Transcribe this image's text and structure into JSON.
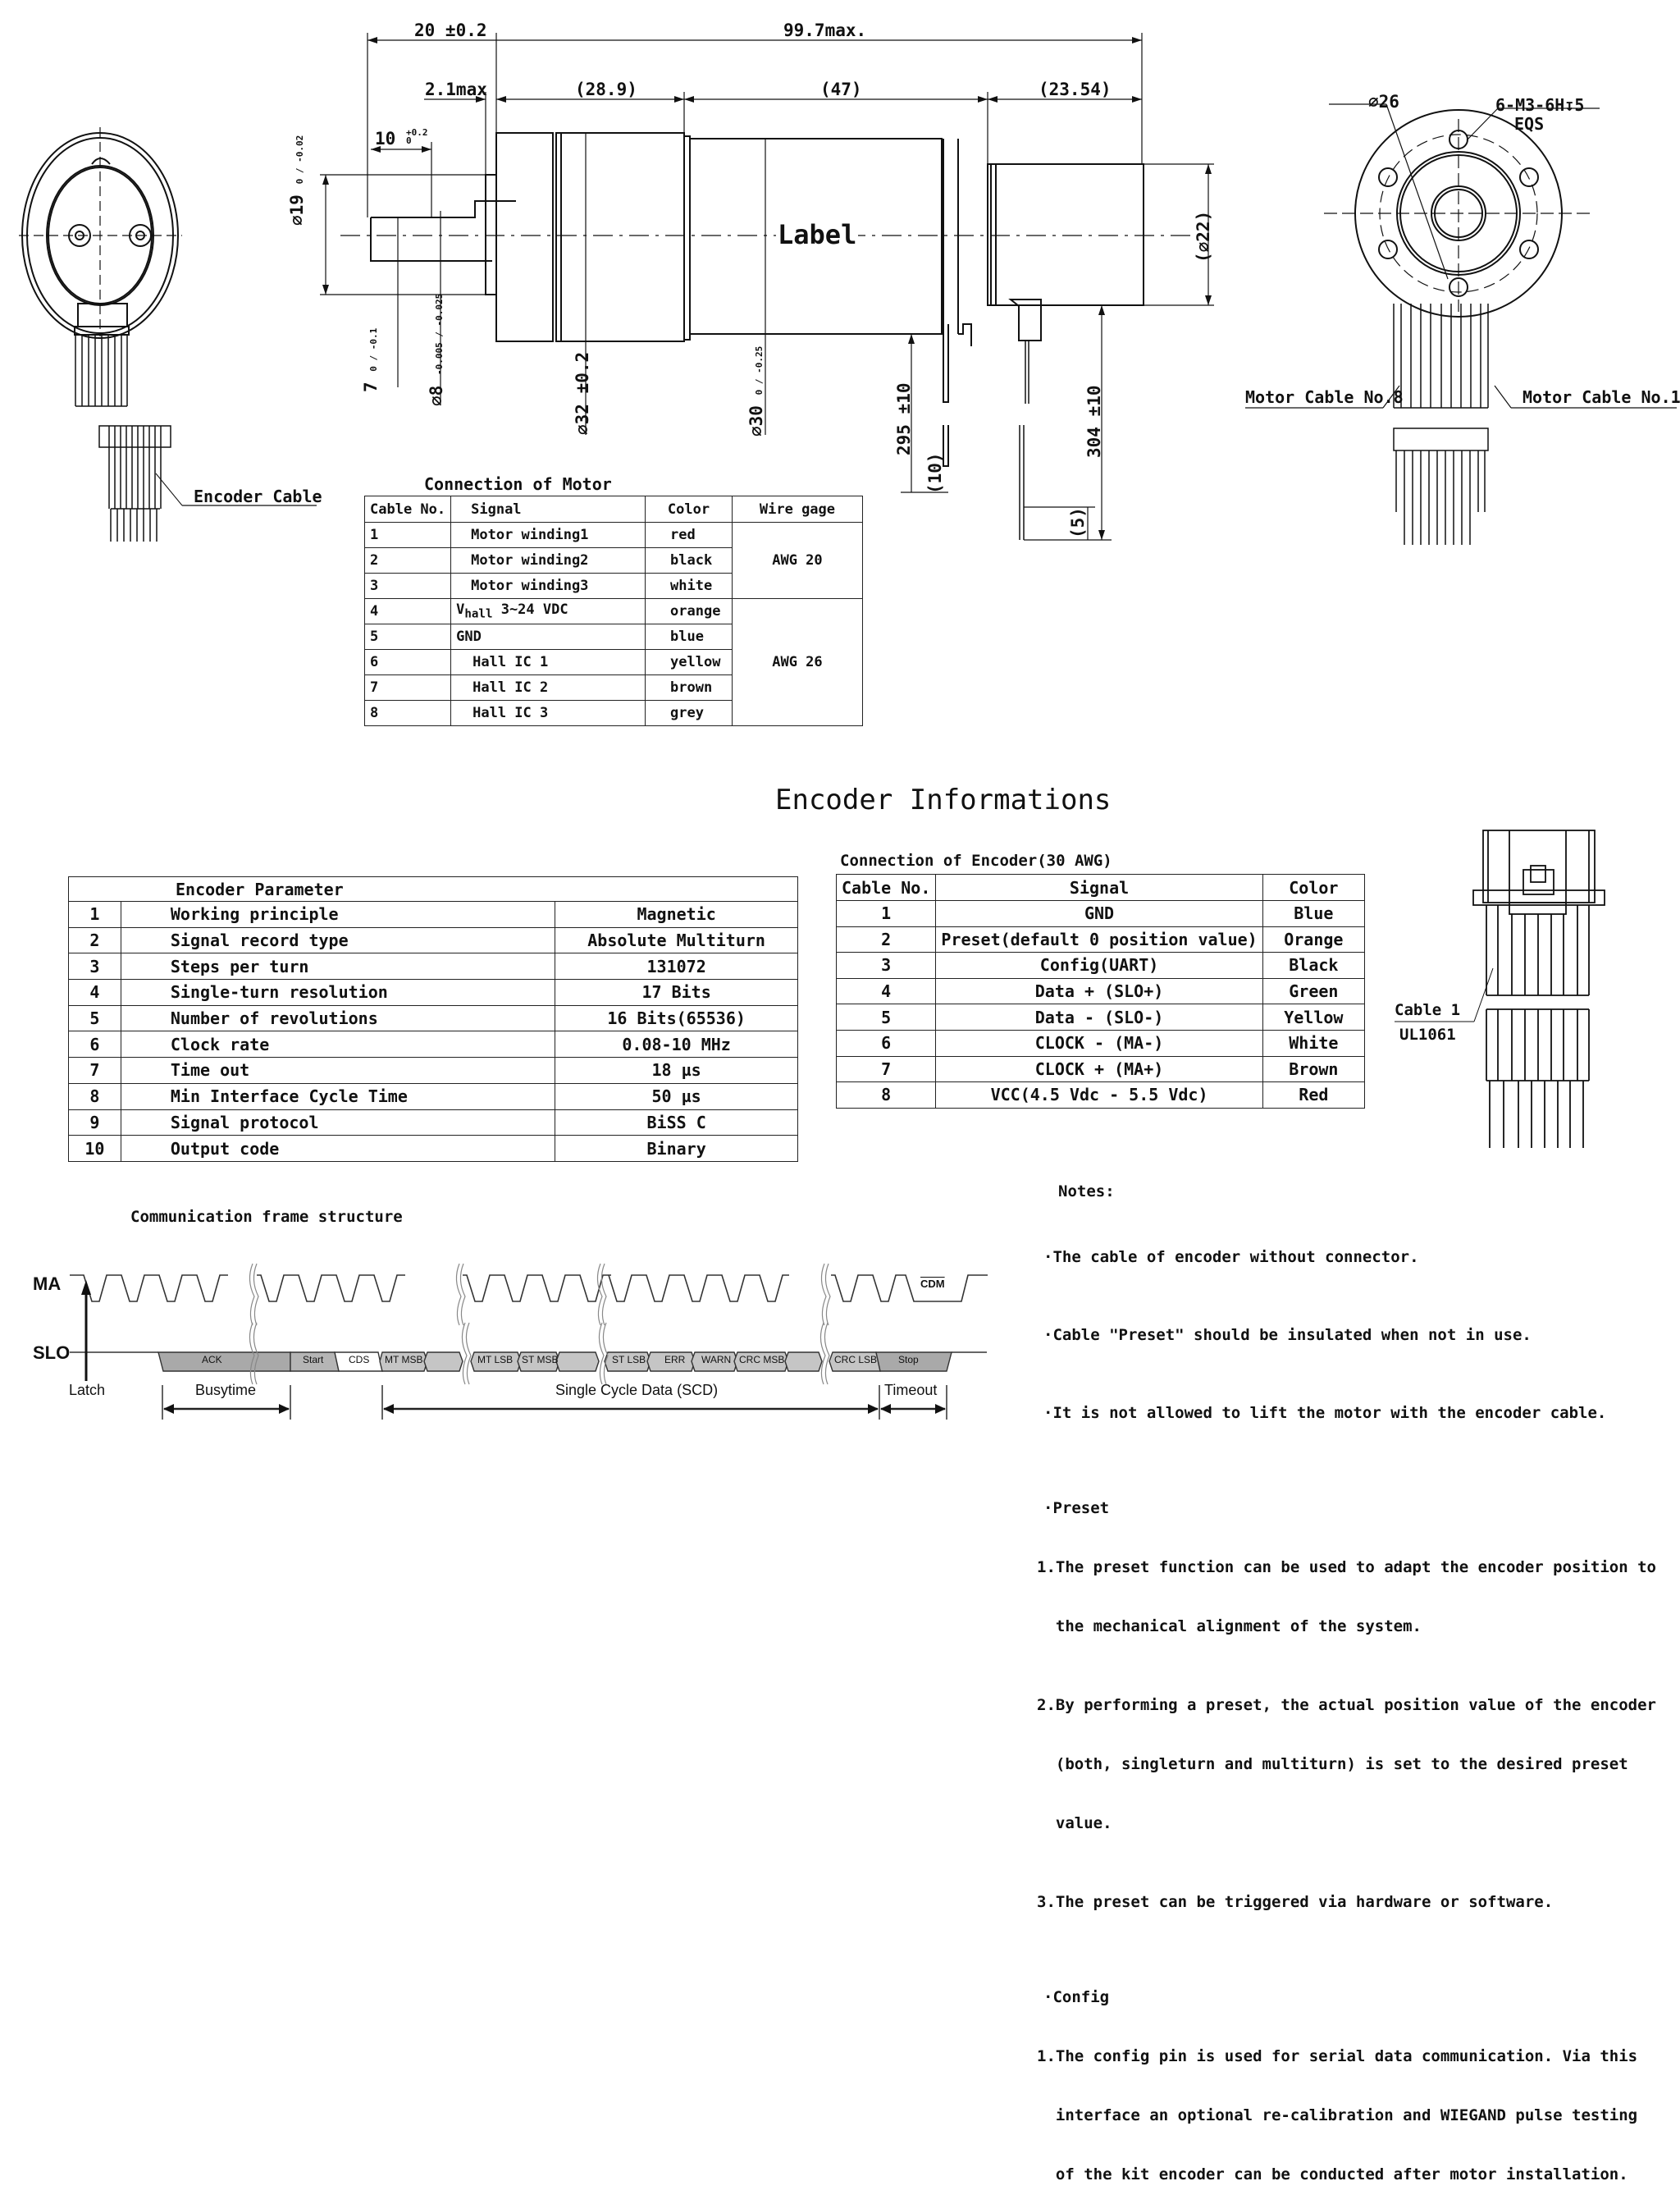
{
  "drawing": {
    "dimensions": {
      "overall_length": "99.7max.",
      "shaft_offset": "20 ±0.2",
      "flange_gap": "2.1max",
      "gearbox_length": "(28.9)",
      "motor_length": "(47)",
      "encoder_length": "(23.54)",
      "shaft_key_length": "10",
      "shaft_key_tol_upper": "+0.2",
      "shaft_key_tol_lower": "0",
      "boss_dia": "⌀19",
      "boss_tol": "0 / -0.02",
      "flat_dim": "7",
      "flat_tol": "0 / -0.1",
      "shaft_dia": "⌀8",
      "shaft_tol": "-0.005 / -0.025",
      "gearbox_dia": "⌀32 ±0.2",
      "motor_dia": "⌀30",
      "motor_tol": "0 / -0.25",
      "encoder_dia": "(⌀22)",
      "motor_cable_len": "295 ±10",
      "motor_cable_strip": "(10)",
      "encoder_cable_len": "304 ±10",
      "encoder_cable_strip": "(5)",
      "bolt_circle": "⌀26",
      "mount_holes": "6-M3-6H↧5",
      "mount_holes_eqs": "EQS"
    },
    "body_label": "Label",
    "encoder_cable_label": "Encoder Cable",
    "motor_cable_8_label": "Motor Cable No.8",
    "motor_cable_1_label": "Motor Cable No.1"
  },
  "motor_connection": {
    "title": "Connection of Motor",
    "headers": [
      "Cable No.",
      "Signal",
      "Color",
      "Wire gage"
    ],
    "rows": [
      {
        "no": "1",
        "signal": "Motor winding1",
        "color": "red"
      },
      {
        "no": "2",
        "signal": "Motor winding2",
        "color": "black"
      },
      {
        "no": "3",
        "signal": "Motor winding3",
        "color": "white"
      },
      {
        "no": "4",
        "signal": "V",
        "signal_sub": "hall",
        "signal_rest": " 3~24 VDC",
        "color": "orange"
      },
      {
        "no": "5",
        "signal": "GND",
        "color": "blue"
      },
      {
        "no": "6",
        "signal": "Hall IC 1",
        "color": "yellow"
      },
      {
        "no": "7",
        "signal": "Hall IC 2",
        "color": "brown"
      },
      {
        "no": "8",
        "signal": "Hall IC 3",
        "color": "grey"
      }
    ],
    "gage_groups": [
      "AWG 20",
      "AWG 26"
    ]
  },
  "encoder_section_title": "Encoder Informations",
  "encoder_parameters": {
    "title": "Encoder Parameter",
    "rows": [
      {
        "no": "1",
        "name": "Working principle",
        "value": "Magnetic"
      },
      {
        "no": "2",
        "name": "Signal record type",
        "value": "Absolute Multiturn"
      },
      {
        "no": "3",
        "name": "Steps per turn",
        "value": "131072"
      },
      {
        "no": "4",
        "name": "Single-turn resolution",
        "value": "17 Bits"
      },
      {
        "no": "5",
        "name": "Number of revolutions",
        "value": "16 Bits(65536)"
      },
      {
        "no": "6",
        "name": "Clock rate",
        "value": "0.08-10 MHz"
      },
      {
        "no": "7",
        "name": "Time out",
        "value": "18 µs"
      },
      {
        "no": "8",
        "name": "Min Interface Cycle Time",
        "value": "50 µs"
      },
      {
        "no": "9",
        "name": "Signal protocol",
        "value": "BiSS C"
      },
      {
        "no": "10",
        "name": "Output code",
        "value": "Binary"
      }
    ]
  },
  "encoder_connection": {
    "title": "Connection of Encoder(30 AWG)",
    "headers": [
      "Cable No.",
      "Signal",
      "Color"
    ],
    "rows": [
      {
        "no": "1",
        "signal": "GND",
        "color": "Blue"
      },
      {
        "no": "2",
        "signal": "Preset(default 0 position value)",
        "color": "Orange"
      },
      {
        "no": "3",
        "signal": "Config(UART)",
        "color": "Black"
      },
      {
        "no": "4",
        "signal": "Data + (SLO+)",
        "color": "Green"
      },
      {
        "no": "5",
        "signal": "Data - (SLO-)",
        "color": "Yellow"
      },
      {
        "no": "6",
        "signal": "CLOCK -  (MA-)",
        "color": "White"
      },
      {
        "no": "7",
        "signal": "CLOCK + (MA+)",
        "color": "Brown"
      },
      {
        "no": "8",
        "signal": "VCC(4.5 Vdc - 5.5 Vdc)",
        "color": "Red"
      }
    ]
  },
  "connector": {
    "cable_label": "Cable 1",
    "cable_type": "UL1061"
  },
  "timing": {
    "title": "Communication frame structure",
    "ma_label": "MA",
    "slo_label": "SLO",
    "cdm_label": "CDM",
    "segments": [
      "ACK",
      "Start",
      "CDS",
      "MT MSB",
      "MT LSB",
      "ST MSB",
      "ST LSB",
      "ERR",
      "WARN",
      "CRC MSB",
      "CRC LSB",
      "Stop"
    ],
    "latch_label": "Latch",
    "busytime_label": "Busytime",
    "scd_label": "Single Cycle Data (SCD)",
    "timeout_label": "Timeout"
  },
  "notes": {
    "title": "Notes:",
    "bullets": [
      "·The cable of encoder without connector.",
      "·Cable \"Preset\" should be insulated when not in use.",
      "·It is not allowed to lift the motor with the encoder cable."
    ],
    "preset_heading": "·Preset",
    "preset_items": [
      "1.The preset function can be used to adapt the encoder position to",
      "  the mechanical alignment of the system.",
      "2.By performing a preset, the actual position value of the encoder",
      "  (both, singleturn and multiturn) is set to the desired preset",
      "  value.",
      "3.The preset can be triggered via hardware or software."
    ],
    "config_heading": "·Config",
    "config_items": [
      "1.The config pin is used for serial data communication. Via this",
      "  interface an optional re-calibration and WIEGAND pulse testing",
      "  of the kit encoder can be conducted after motor installation."
    ]
  }
}
